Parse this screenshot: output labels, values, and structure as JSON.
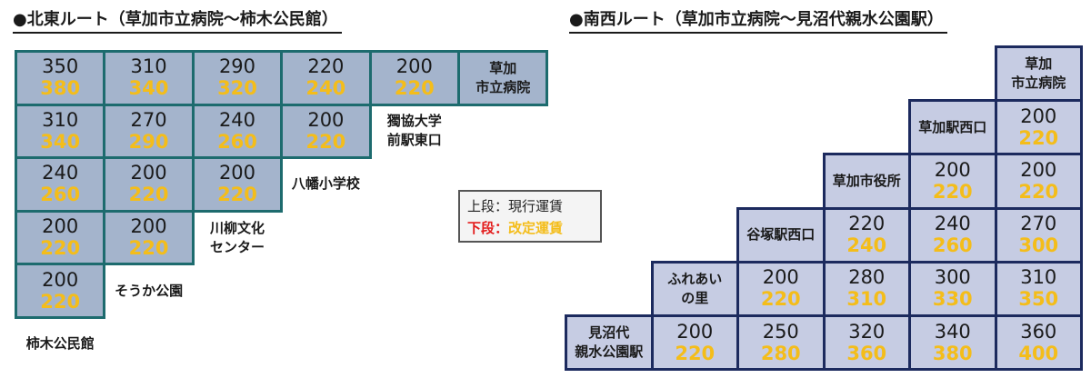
{
  "northeast": {
    "title": "●北東ルート（草加市立病院～柿木公民館）",
    "rows": [
      {
        "fares": [
          [
            "350",
            "380"
          ],
          [
            "310",
            "340"
          ],
          [
            "290",
            "320"
          ],
          [
            "220",
            "240"
          ],
          [
            "200",
            "220"
          ]
        ],
        "stop": "草加\n市立病院"
      },
      {
        "fares": [
          [
            "310",
            "340"
          ],
          [
            "270",
            "290"
          ],
          [
            "240",
            "260"
          ],
          [
            "200",
            "220"
          ]
        ],
        "stop": "獨協大学\n前駅東口"
      },
      {
        "fares": [
          [
            "240",
            "260"
          ],
          [
            "200",
            "220"
          ],
          [
            "200",
            "220"
          ]
        ],
        "stop": "八幡小学校"
      },
      {
        "fares": [
          [
            "200",
            "220"
          ],
          [
            "200",
            "220"
          ]
        ],
        "stop": "川柳文化\nセンター"
      },
      {
        "fares": [
          [
            "200",
            "220"
          ]
        ],
        "stop": "そうか公園"
      },
      {
        "fares": [],
        "stop": "柿木公民館"
      }
    ]
  },
  "legend": {
    "upper_label": "上段：現行運賃",
    "lower_prefix": "下段：",
    "lower_value": "改定運賃"
  },
  "southwest": {
    "title": "●南西ルート（草加市立病院～見沼代親水公園駅）",
    "rows": [
      {
        "stop": "草加\n市立病院",
        "fares": []
      },
      {
        "stop": "草加駅西口",
        "fares": [
          [
            "200",
            "220"
          ]
        ]
      },
      {
        "stop": "草加市役所",
        "fares": [
          [
            "200",
            "220"
          ],
          [
            "200",
            "220"
          ]
        ]
      },
      {
        "stop": "谷塚駅西口",
        "fares": [
          [
            "220",
            "240"
          ],
          [
            "240",
            "260"
          ],
          [
            "270",
            "300"
          ]
        ]
      },
      {
        "stop": "ふれあい\nの里",
        "fares": [
          [
            "200",
            "220"
          ],
          [
            "280",
            "310"
          ],
          [
            "300",
            "330"
          ],
          [
            "310",
            "350"
          ]
        ]
      },
      {
        "stop": "見沼代\n親水公園駅",
        "fares": [
          [
            "200",
            "220"
          ],
          [
            "250",
            "280"
          ],
          [
            "320",
            "360"
          ],
          [
            "340",
            "380"
          ],
          [
            "360",
            "400"
          ]
        ]
      }
    ]
  },
  "colors": {
    "northeast_cell": "#a4b4cc",
    "northeast_border": "#1d6b6e",
    "southwest_cell": "#c6cce3",
    "southwest_border": "#1c2a5e",
    "revised_fare": "#f4bd1a",
    "lower_label": "#e31b1b"
  }
}
